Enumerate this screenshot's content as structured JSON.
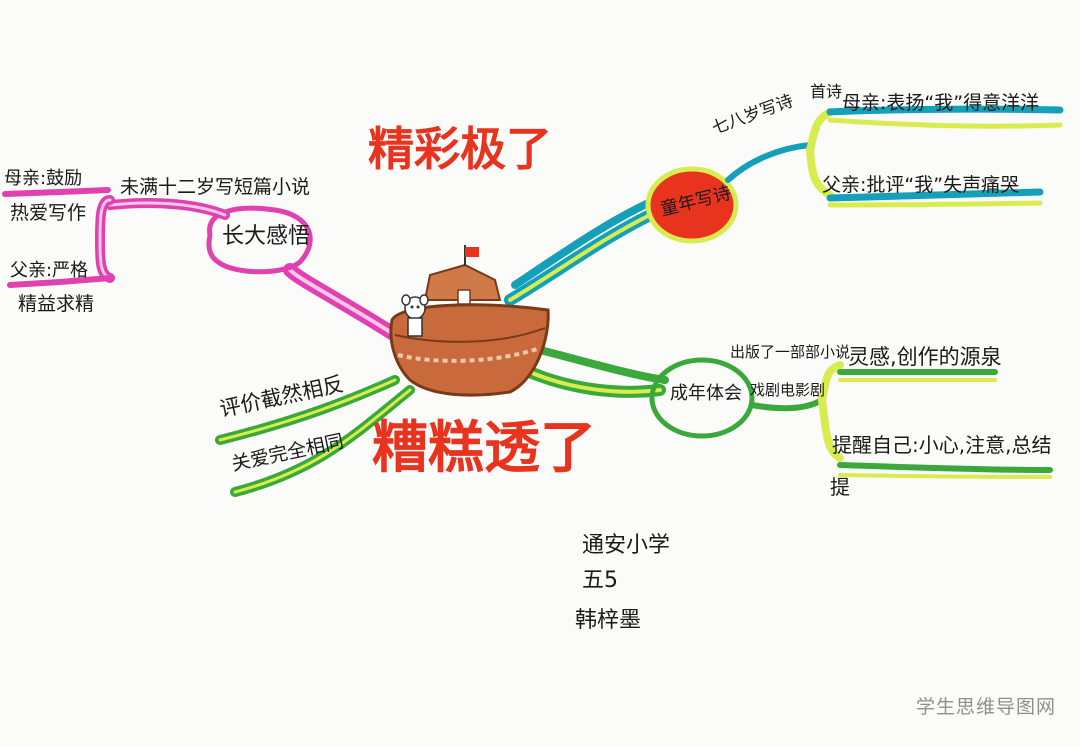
{
  "headline_good": "精彩极了",
  "headline_bad": "糟糕透了",
  "left": {
    "branch_main": "未满十二岁写短篇小说",
    "node": "长大感悟",
    "sub1": "母亲:鼓励",
    "sub1b": "热爱写作",
    "sub2": "父亲:严格",
    "sub2b": "精益求精",
    "leaf1": "评价截然相反",
    "leaf2": "关爱完全相同"
  },
  "right": {
    "node_top": "童年写诗",
    "branch_top": "七八岁写诗",
    "top_leaf1_a": "首诗",
    "top_leaf1_b": "母亲:表扬“我”得意洋洋",
    "top_leaf2": "父亲:批评“我”失声痛哭",
    "node_bottom": "成年体会",
    "branch_bottom_a": "出版了一部部小说",
    "branch_bottom_b": "戏剧电影剧",
    "bottom_leaf1": "灵感,创作的源泉",
    "bottom_leaf2_a": "提醒自己:小心,注意,总结",
    "bottom_leaf2_b": "提"
  },
  "author": {
    "school": "通安小学",
    "grade": "五5",
    "name": "韩梓墨"
  },
  "watermark": "学生思维导图网",
  "colors": {
    "red": "#e8331f",
    "magenta": "#e040b0",
    "green": "#3aa83a",
    "yellow_green": "#d8ec50",
    "teal": "#14a0b8",
    "boat_brown": "#c86a3c"
  },
  "icons": [
    "boat-icon",
    "flag-icon",
    "dog-icon"
  ]
}
